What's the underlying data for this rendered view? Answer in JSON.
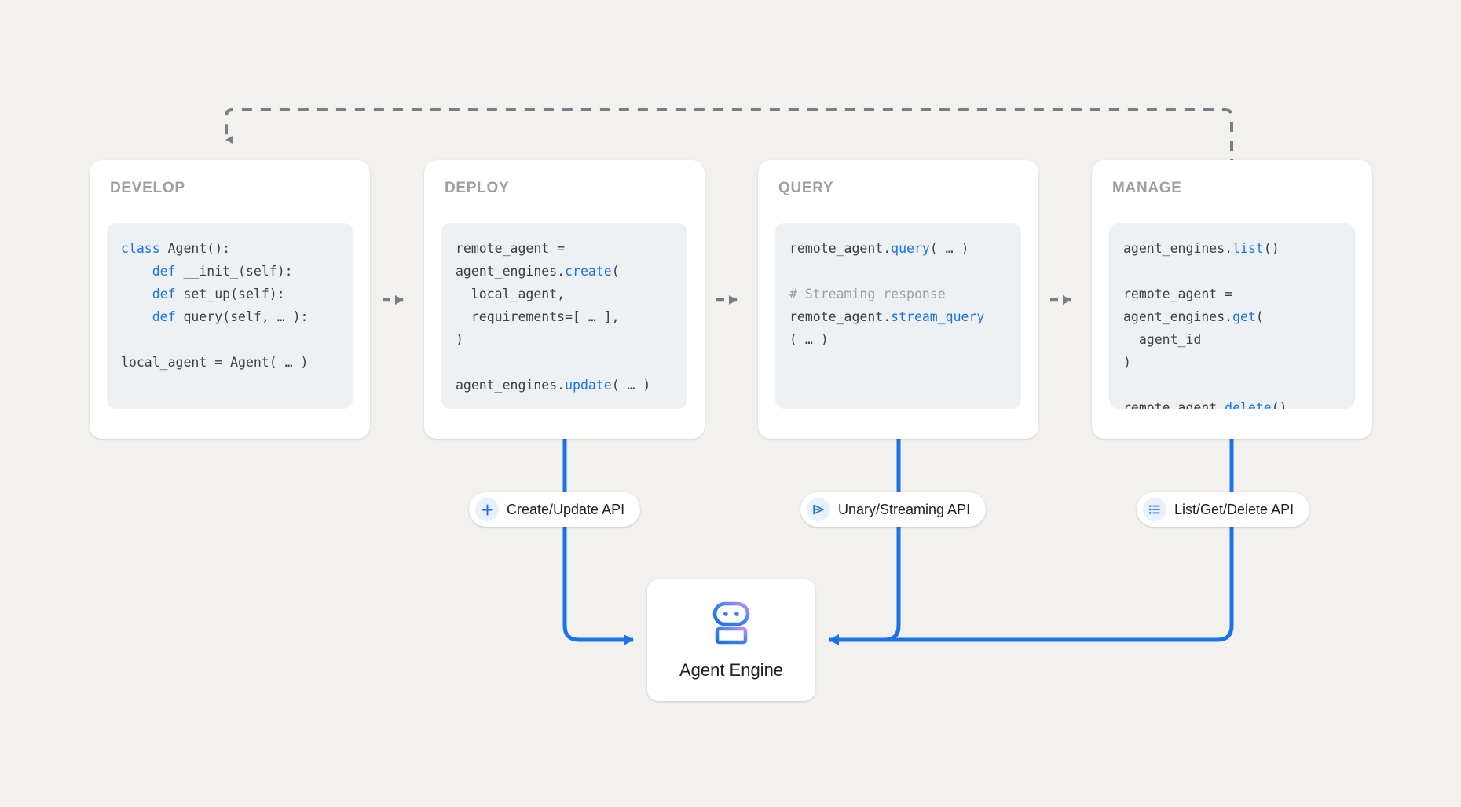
{
  "canvas": {
    "background_color": "#f2f1ee",
    "accent_blue": "#1a73e8",
    "dashed_gray": "#7b7f83"
  },
  "stages": [
    {
      "id": "develop",
      "title": "DEVELOP",
      "code_lines": [
        {
          "segments": [
            {
              "t": "class ",
              "c": "kw"
            },
            {
              "t": "Agent():",
              "c": "plain"
            }
          ]
        },
        {
          "segments": [
            {
              "t": "    ",
              "c": "plain"
            },
            {
              "t": "def ",
              "c": "kw"
            },
            {
              "t": "__init_(self):",
              "c": "plain"
            }
          ]
        },
        {
          "segments": [
            {
              "t": "    ",
              "c": "plain"
            },
            {
              "t": "def ",
              "c": "kw"
            },
            {
              "t": "set_up(self):",
              "c": "plain"
            }
          ]
        },
        {
          "segments": [
            {
              "t": "    ",
              "c": "plain"
            },
            {
              "t": "def ",
              "c": "kw"
            },
            {
              "t": "query(self, … ):",
              "c": "plain"
            }
          ]
        },
        {
          "segments": [
            {
              "t": "",
              "c": "plain"
            }
          ]
        },
        {
          "segments": [
            {
              "t": "local_agent = Agent( … )",
              "c": "plain"
            }
          ]
        }
      ]
    },
    {
      "id": "deploy",
      "title": "DEPLOY",
      "code_lines": [
        {
          "segments": [
            {
              "t": "remote_agent =",
              "c": "plain"
            }
          ]
        },
        {
          "segments": [
            {
              "t": "agent_engines.",
              "c": "plain"
            },
            {
              "t": "create",
              "c": "fn"
            },
            {
              "t": "(",
              "c": "plain"
            }
          ]
        },
        {
          "segments": [
            {
              "t": "  local_agent,",
              "c": "plain"
            }
          ]
        },
        {
          "segments": [
            {
              "t": "  requirements=[ … ],",
              "c": "plain"
            }
          ]
        },
        {
          "segments": [
            {
              "t": ")",
              "c": "plain"
            }
          ]
        },
        {
          "segments": [
            {
              "t": "",
              "c": "plain"
            }
          ]
        },
        {
          "segments": [
            {
              "t": "agent_engines.",
              "c": "plain"
            },
            {
              "t": "update",
              "c": "fn"
            },
            {
              "t": "( … )",
              "c": "plain"
            }
          ]
        }
      ]
    },
    {
      "id": "query",
      "title": "QUERY",
      "code_lines": [
        {
          "segments": [
            {
              "t": "remote_agent.",
              "c": "plain"
            },
            {
              "t": "query",
              "c": "fn"
            },
            {
              "t": "( … )",
              "c": "plain"
            }
          ]
        },
        {
          "segments": [
            {
              "t": "",
              "c": "plain"
            }
          ]
        },
        {
          "segments": [
            {
              "t": "# Streaming response",
              "c": "cm"
            }
          ]
        },
        {
          "segments": [
            {
              "t": "remote_agent.",
              "c": "plain"
            },
            {
              "t": "stream_query",
              "c": "fn"
            }
          ]
        },
        {
          "segments": [
            {
              "t": "( … )",
              "c": "plain"
            }
          ]
        }
      ]
    },
    {
      "id": "manage",
      "title": "MANAGE",
      "code_lines": [
        {
          "segments": [
            {
              "t": "agent_engines.",
              "c": "plain"
            },
            {
              "t": "list",
              "c": "fn"
            },
            {
              "t": "()",
              "c": "plain"
            }
          ]
        },
        {
          "segments": [
            {
              "t": "",
              "c": "plain"
            }
          ]
        },
        {
          "segments": [
            {
              "t": "remote_agent =",
              "c": "plain"
            }
          ]
        },
        {
          "segments": [
            {
              "t": "agent_engines.",
              "c": "plain"
            },
            {
              "t": "get",
              "c": "fn"
            },
            {
              "t": "(",
              "c": "plain"
            }
          ]
        },
        {
          "segments": [
            {
              "t": "  agent_id",
              "c": "plain"
            }
          ]
        },
        {
          "segments": [
            {
              "t": ")",
              "c": "plain"
            }
          ]
        },
        {
          "segments": [
            {
              "t": "",
              "c": "plain"
            }
          ]
        },
        {
          "segments": [
            {
              "t": "remote_agent.",
              "c": "plain"
            },
            {
              "t": "delete",
              "c": "fn"
            },
            {
              "t": "()",
              "c": "plain"
            }
          ]
        }
      ]
    }
  ],
  "api_pills": [
    {
      "id": "create-update",
      "label": "Create/Update API",
      "icon": "plus-icon"
    },
    {
      "id": "unary-streaming",
      "label": "Unary/Streaming API",
      "icon": "send-icon"
    },
    {
      "id": "list-get-delete",
      "label": "List/Get/Delete API",
      "icon": "list-icon"
    }
  ],
  "agent_engine": {
    "label": "Agent Engine",
    "icon": "robot-icon",
    "gradient_from": "#1a73e8",
    "gradient_to": "#c58af9"
  }
}
